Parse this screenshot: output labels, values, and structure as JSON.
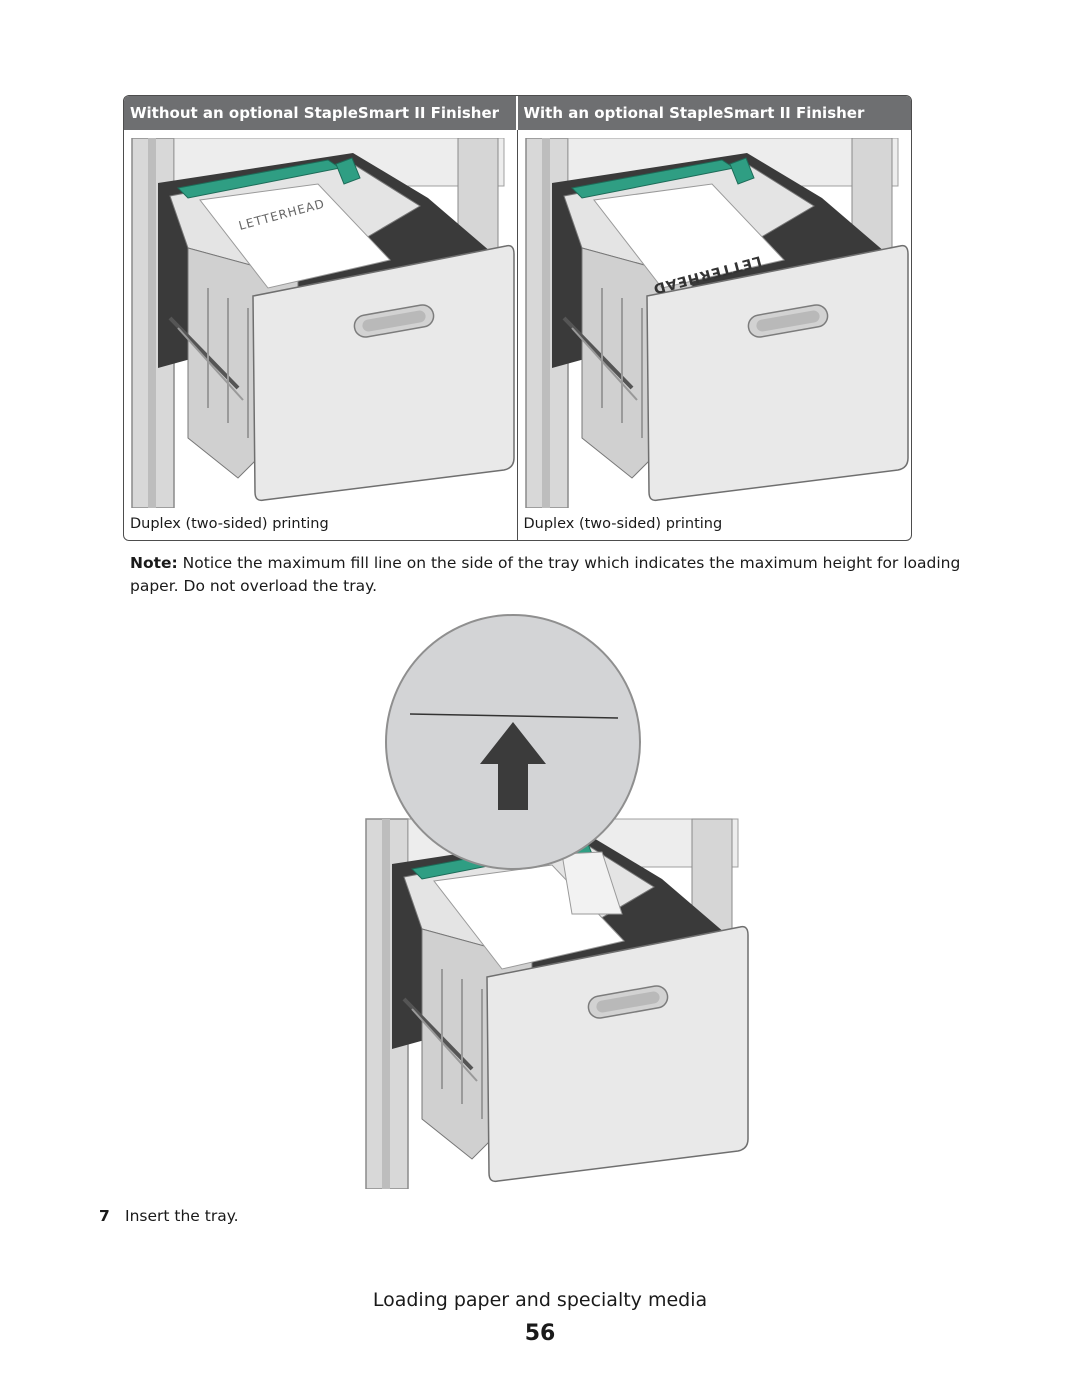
{
  "table": {
    "headers": [
      "Without an optional StapleSmart II Finisher",
      "With an optional StapleSmart II Finisher"
    ],
    "stamp_left": "LETTERHEAD",
    "stamp_right": "LETTERHEAD",
    "captions": [
      "Duplex (two-sided) printing",
      "Duplex (two-sided) printing"
    ]
  },
  "note": {
    "label": "Note:",
    "text": " Notice the maximum fill line on the side of the tray which indicates the maximum height for loading paper. Do not overload the tray."
  },
  "step": {
    "number": "7",
    "text": "Insert the tray."
  },
  "footer": {
    "section_title": "Loading paper and specialty media",
    "page_number": "56"
  },
  "colors": {
    "header_bg": "#6e6f71",
    "guide_green": "#2f9e83"
  }
}
